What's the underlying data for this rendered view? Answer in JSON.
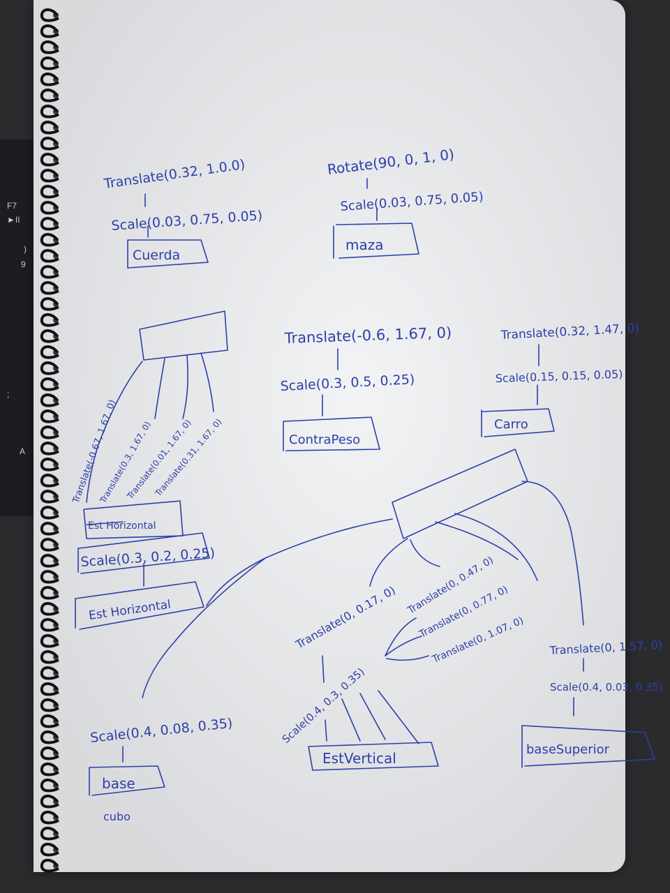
{
  "keyboard": {
    "key_f7": "F7",
    "key_play": "►II",
    "key_paren": ")",
    "key_nine": "9",
    "key_semicolon": ";",
    "key_a": "A"
  },
  "diagram": {
    "cuerda": {
      "translate": "Translate(0.32, 1.0.0)",
      "scale": "Scale(0.03, 0.75, 0.05)",
      "leaf": "Cuerda"
    },
    "maza": {
      "rotate": "Rotate(90, 0, 1, 0)",
      "scale": "Scale(0.03, 0.75, 0.05)",
      "leaf": "maza"
    },
    "contrapeso": {
      "translate": "Translate(-0.6, 1.67, 0)",
      "scale": "Scale(0.3, 0.5, 0.25)",
      "leaf": "ContraPeso"
    },
    "carro": {
      "translate": "Translate(0.32, 1.47, 0)",
      "scale": "Scale(0.15, 0.15, 0.05)",
      "leaf": "Carro"
    },
    "horizontal_group": {
      "edge_translates": [
        "Translate(-0.67, 1.67, 0)",
        "Translate(0.3, 1.67, 0)",
        "Translate(0.01, 1.67, 0)",
        "Translate(0.31, 1.67, 0)"
      ],
      "crossed_label": "Est Horizontal",
      "scale": "Scale(0.3, 0.2, 0.25)",
      "leaf": "Est Horizontal"
    },
    "vertical_group": {
      "edge_translates": [
        "Translate(0, 0.17, 0)",
        "Translate(0, 0.47, 0)",
        "Translate(0, 0.77, 0)",
        "Translate(0, 1.07, 0)"
      ],
      "scale": "Scale(0.4, 0.3, 0.35)",
      "leaf": "EstVertical"
    },
    "base_superior": {
      "translate": "Translate(0, 1.57, 0)",
      "scale": "Scale(0.4, 0.03, 0.35)",
      "leaf": "baseSuperior"
    },
    "base": {
      "scale": "Scale(0.4, 0.08, 0.35)",
      "leaf": "base",
      "note": "cubo"
    }
  },
  "colors": {
    "ink": "#2c3fa8",
    "paper": "#ecedf0",
    "desk": "#2b2b2e"
  }
}
